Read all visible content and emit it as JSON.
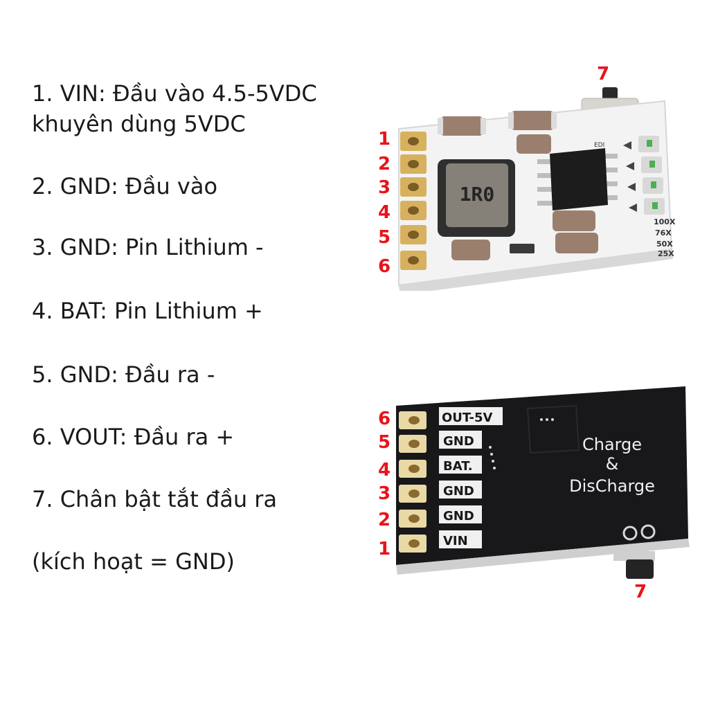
{
  "legend": {
    "lines": [
      "1. VIN: Đầu vào 4.5-5VDC",
      "khuyên dùng 5VDC",
      "2. GND: Đầu vào",
      "3. GND: Pin Lithium -",
      "4. BAT: Pin Lithium +",
      "5. GND: Đầu ra -",
      "6. VOUT: Đầu ra +",
      "7. Chân bật tắt đầu ra",
      "(kích hoạt = GND)"
    ]
  },
  "top_board": {
    "pin_numbers": [
      "1",
      "2",
      "3",
      "4",
      "5",
      "6"
    ],
    "switch_number": "7",
    "inductor_label": "1R0",
    "ic_marking": "EDI",
    "side_text": [
      "100X",
      "76X",
      "50X",
      "25X"
    ]
  },
  "bottom_board": {
    "pin_numbers": [
      "6",
      "5",
      "4",
      "3",
      "2",
      "1"
    ],
    "pin_labels": [
      "OUT-5V",
      "GND",
      "BAT.",
      "GND",
      "GND",
      "VIN"
    ],
    "title_lines": [
      "Charge",
      "&",
      "DisCharge"
    ],
    "switch_number": "7"
  },
  "colors": {
    "pin_number": "#e8141b",
    "board_top": "#f4f4f4",
    "board_bottom": "#18181a"
  }
}
